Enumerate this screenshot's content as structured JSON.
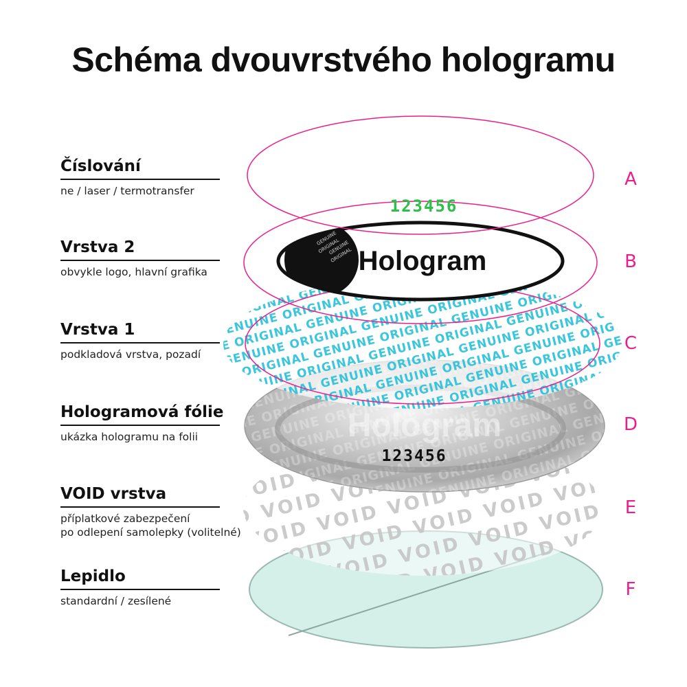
{
  "title": "Schéma dvouvrstvého hologramu",
  "layers": [
    {
      "letter": "A",
      "name": "Číslování",
      "desc": [
        "ne / laser / termotransfer"
      ]
    },
    {
      "letter": "B",
      "name": "Vrstva 2",
      "desc": [
        "obvykle logo, hlavní grafika"
      ]
    },
    {
      "letter": "C",
      "name": "Vrstva 1",
      "desc": [
        "podkladová vrstva, pozadí"
      ]
    },
    {
      "letter": "D",
      "name": "Hologramová fólie",
      "desc": [
        "ukázka hologramu na folii"
      ]
    },
    {
      "letter": "E",
      "name": "VOID vrstva",
      "desc": [
        "příplatkové zabezpečení",
        "po odlepení samolepky (volitelné)"
      ]
    },
    {
      "letter": "F",
      "name": "Lepidlo",
      "desc": [
        "standardní / zesílené"
      ]
    }
  ],
  "artwork": {
    "number": "123456",
    "logo": "Hologram",
    "pattern_words": [
      "GENUINE",
      "ORIGINAL"
    ],
    "void_word": "VOID"
  },
  "colors": {
    "accent": "#ea1e8c",
    "number_green": "#2dbf4a",
    "pattern_cyan": "#27c0d8",
    "foil_gray": "#b9b9b9",
    "adhesive": "#d5efe9"
  }
}
